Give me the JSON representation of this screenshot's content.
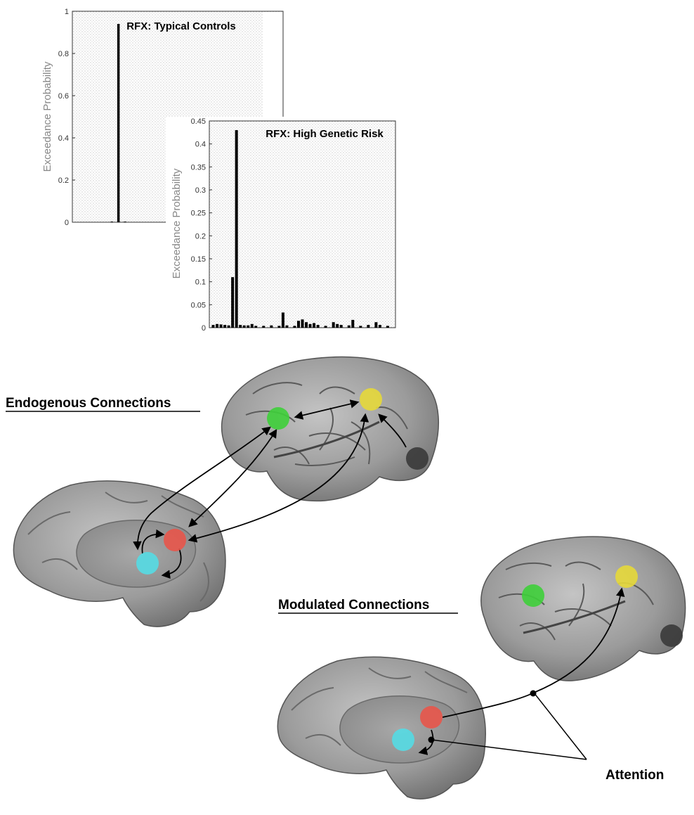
{
  "chart_data": [
    {
      "type": "bar",
      "title": "RFX: Typical Controls",
      "ylabel": "Exceedance Probability",
      "xlabel": "",
      "ylim": [
        0,
        1
      ],
      "yticks": [
        0,
        0.2,
        0.4,
        0.6,
        0.8,
        1
      ],
      "ytick_labels": [
        "0",
        "0.2",
        "0.4",
        "0.6",
        "0.8",
        "1"
      ],
      "xlim": [
        0,
        32
      ],
      "bars": [
        {
          "x": 7,
          "y": 0.94
        },
        {
          "x": 6,
          "y": 0.003
        },
        {
          "x": 8,
          "y": 0.003
        }
      ],
      "grid": true
    },
    {
      "type": "bar",
      "title": "RFX: High Genetic Risk",
      "ylabel": "Exceedance Probability",
      "xlabel": "",
      "ylim": [
        0,
        0.45
      ],
      "yticks": [
        0,
        0.05,
        0.1,
        0.15,
        0.2,
        0.25,
        0.3,
        0.35,
        0.4,
        0.45
      ],
      "ytick_labels": [
        "0",
        "0.05",
        "0.1",
        "0.15",
        "0.2",
        "0.25",
        "0.3",
        "0.35",
        "0.4",
        "0.45"
      ],
      "xlim": [
        0,
        48
      ],
      "bars": [
        {
          "x": 1,
          "y": 0.006
        },
        {
          "x": 2,
          "y": 0.008
        },
        {
          "x": 3,
          "y": 0.007
        },
        {
          "x": 4,
          "y": 0.006
        },
        {
          "x": 5,
          "y": 0.005
        },
        {
          "x": 6,
          "y": 0.11
        },
        {
          "x": 7,
          "y": 0.43
        },
        {
          "x": 8,
          "y": 0.006
        },
        {
          "x": 9,
          "y": 0.005
        },
        {
          "x": 10,
          "y": 0.005
        },
        {
          "x": 11,
          "y": 0.008
        },
        {
          "x": 12,
          "y": 0.004
        },
        {
          "x": 14,
          "y": 0.004
        },
        {
          "x": 16,
          "y": 0.005
        },
        {
          "x": 18,
          "y": 0.004
        },
        {
          "x": 19,
          "y": 0.033
        },
        {
          "x": 20,
          "y": 0.005
        },
        {
          "x": 22,
          "y": 0.004
        },
        {
          "x": 23,
          "y": 0.015
        },
        {
          "x": 24,
          "y": 0.018
        },
        {
          "x": 25,
          "y": 0.012
        },
        {
          "x": 26,
          "y": 0.008
        },
        {
          "x": 27,
          "y": 0.01
        },
        {
          "x": 28,
          "y": 0.006
        },
        {
          "x": 30,
          "y": 0.004
        },
        {
          "x": 32,
          "y": 0.012
        },
        {
          "x": 33,
          "y": 0.008
        },
        {
          "x": 34,
          "y": 0.006
        },
        {
          "x": 36,
          "y": 0.005
        },
        {
          "x": 37,
          "y": 0.017
        },
        {
          "x": 39,
          "y": 0.004
        },
        {
          "x": 41,
          "y": 0.006
        },
        {
          "x": 43,
          "y": 0.012
        },
        {
          "x": 44,
          "y": 0.006
        },
        {
          "x": 46,
          "y": 0.004
        }
      ],
      "grid": true
    }
  ],
  "diagram": {
    "endogenous_label": "Endogenous Connections",
    "modulated_label": "Modulated Connections",
    "attention_label": "Attention",
    "colors": {
      "green_region": "#3ecf3a",
      "yellow_region": "#e6d83a",
      "red_region": "#e8554a",
      "cyan_region": "#58d8e0",
      "dark_region": "#3a3a3a",
      "brain": "#8c8c8c"
    }
  }
}
